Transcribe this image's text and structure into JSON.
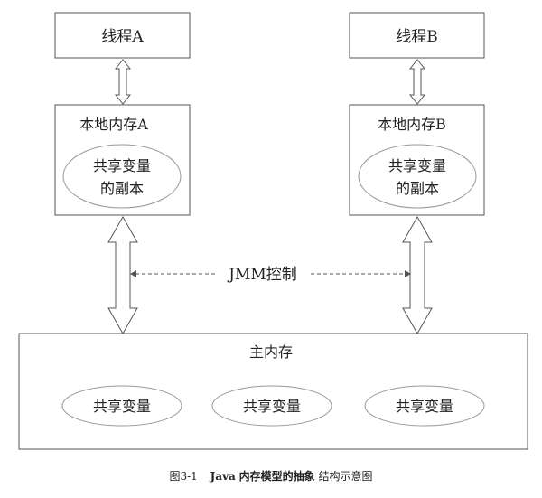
{
  "thread_a": {
    "label": "线程A"
  },
  "thread_b": {
    "label": "线程B"
  },
  "local_memory_a": {
    "title": "本地内存A",
    "copy_line1": "共享变量",
    "copy_line2": "的副本"
  },
  "local_memory_b": {
    "title": "本地内存B",
    "copy_line1": "共享变量",
    "copy_line2": "的副本"
  },
  "jmm_control": {
    "label": "JMM控制"
  },
  "main_memory": {
    "title": "主内存",
    "variables": [
      "共享变量",
      "共享变量",
      "共享变量"
    ]
  },
  "caption": {
    "figure_number": "图3-1",
    "text_java": "Java",
    "text_bold": "内存模型的抽象",
    "text_tail": "结构示意图"
  },
  "colors": {
    "box_stroke": "#555555",
    "arrow_stroke": "#555555",
    "text": "#222222",
    "background": "#ffffff"
  }
}
